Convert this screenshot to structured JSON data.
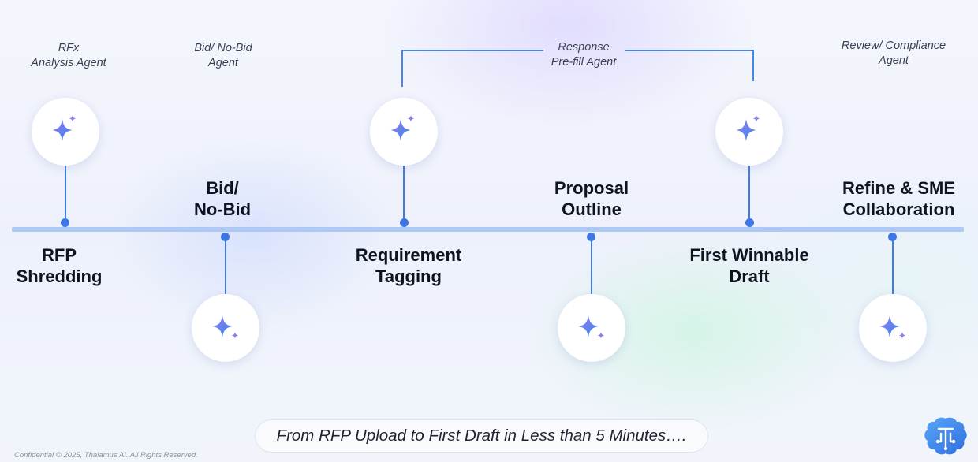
{
  "colors": {
    "accent": "#3c77e3",
    "timeline": "#aec8f5",
    "icon_gradient_start": "#8c7cf0",
    "icon_gradient_end": "#3f86ea"
  },
  "icons": {
    "agent": "sparkle-icon",
    "logo": "thalamus-brain-logo"
  },
  "agents": {
    "rfx": "RFx\nAnalysis Agent",
    "bid": "Bid/ No-Bid\nAgent",
    "response": "Response\nPre-fill Agent",
    "review": "Review/ Compliance\nAgent"
  },
  "steps": {
    "rfp": "RFP\nShredding",
    "bid": "Bid/\nNo-Bid",
    "requirement": "Requirement\nTagging",
    "proposal": "Proposal\nOutline",
    "draft": "First Winnable\nDraft",
    "refine": "Refine & SME\nCollaboration"
  },
  "tagline": "From RFP Upload to First Draft in Less than 5 Minutes….",
  "footer": "Confidential © 2025, Thalamus AI. All Rights Reserved."
}
